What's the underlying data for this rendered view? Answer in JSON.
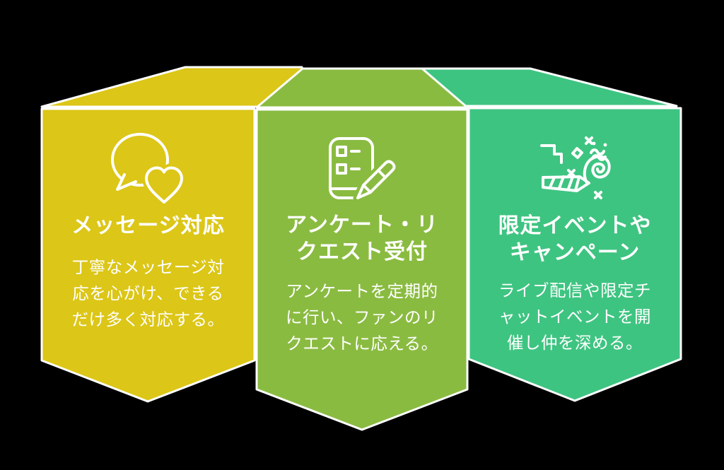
{
  "canvas": {
    "background": "#000000",
    "outline": "#ffffff",
    "icon_color": "#ffffff",
    "text_color": "#ffffff"
  },
  "cards": [
    {
      "id": "message-support",
      "color": "#dcc617",
      "icon": "speech-bubble-heart-icon",
      "title_lines": [
        "メッセージ対応"
      ],
      "body_lines": [
        "丁寧なメッセージ対",
        "応を心がけ、できる",
        "だけ多く対応する。"
      ]
    },
    {
      "id": "survey-request",
      "color": "#8abb41",
      "icon": "survey-checklist-pencil-icon",
      "title_lines": [
        "アンケート・リ",
        "クエスト受付"
      ],
      "body_lines": [
        "アンケートを定期的",
        "に行い、ファンのリ",
        "クエストに応える。"
      ]
    },
    {
      "id": "limited-events",
      "color": "#3ec481",
      "icon": "party-popper-icon",
      "title_lines": [
        "限定イベントや",
        "キャンペーン"
      ],
      "body_lines": [
        "ライブ配信や限定チ",
        "ャットイベントを開",
        "催し仲を深める。"
      ]
    }
  ]
}
